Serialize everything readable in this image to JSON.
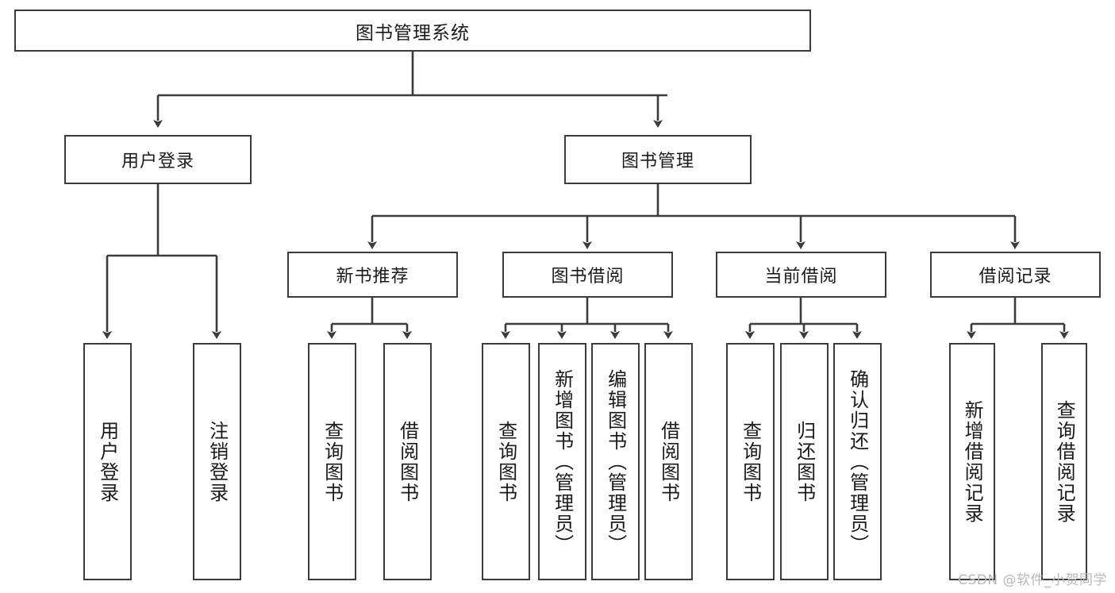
{
  "diagram": {
    "type": "tree-hierarchy",
    "title": "图书管理系统",
    "root": {
      "id": "root",
      "label": "图书管理系统"
    },
    "level2": [
      {
        "id": "user-login",
        "label": "用户登录"
      },
      {
        "id": "book-manage",
        "label": "图书管理"
      }
    ],
    "level3": [
      {
        "id": "new-book-rec",
        "label": "新书推荐"
      },
      {
        "id": "book-borrow",
        "label": "图书借阅"
      },
      {
        "id": "current-borrow",
        "label": "当前借阅"
      },
      {
        "id": "borrow-record",
        "label": "借阅记录"
      }
    ],
    "leaves": [
      {
        "id": "leaf-user-login",
        "label": "用户登录",
        "parent": "user-login"
      },
      {
        "id": "leaf-user-logout",
        "label": "注销登录",
        "parent": "user-login"
      },
      {
        "id": "leaf-query-book-1",
        "label": "查询图书",
        "parent": "new-book-rec"
      },
      {
        "id": "leaf-borrow-book-1",
        "label": "借阅图书",
        "parent": "new-book-rec"
      },
      {
        "id": "leaf-query-book-2",
        "label": "查询图书",
        "parent": "book-borrow"
      },
      {
        "id": "leaf-add-book",
        "label": "新增图书（管理员）",
        "parent": "book-borrow"
      },
      {
        "id": "leaf-edit-book",
        "label": "编辑图书（管理员）",
        "parent": "book-borrow"
      },
      {
        "id": "leaf-borrow-book-2",
        "label": "借阅图书",
        "parent": "book-borrow"
      },
      {
        "id": "leaf-query-book-3",
        "label": "查询图书",
        "parent": "current-borrow"
      },
      {
        "id": "leaf-return-book",
        "label": "归还图书",
        "parent": "current-borrow"
      },
      {
        "id": "leaf-confirm-return",
        "label": "确认归还（管理员）",
        "parent": "current-borrow"
      },
      {
        "id": "leaf-add-record",
        "label": "新增借阅记录",
        "parent": "borrow-record"
      },
      {
        "id": "leaf-query-record",
        "label": "查询借阅记录",
        "parent": "borrow-record"
      }
    ]
  },
  "watermark": {
    "text": "CSDN @软件_小贺同学"
  },
  "colors": {
    "stroke": "#3b3b3b",
    "background": "#ffffff",
    "text": "#1a1a1a",
    "watermark": "#b8b8b8"
  }
}
